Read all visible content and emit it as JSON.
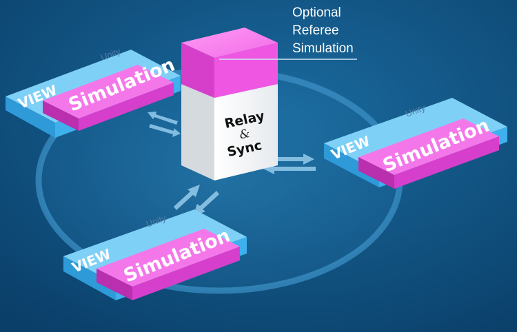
{
  "callout": {
    "lines": [
      "Optional",
      "Referee",
      "Simulation"
    ]
  },
  "relay": {
    "line1": "Relay",
    "amp": "&",
    "line2": "Sync"
  },
  "clients": [
    {
      "view": "VIEW",
      "engine": "Unity",
      "sim": "Simulation"
    },
    {
      "view": "VIEW",
      "engine": "Unity",
      "sim": "Simulation"
    },
    {
      "view": "VIEW",
      "engine": "Unity",
      "sim": "Simulation"
    }
  ],
  "colors": {
    "background": "#0c4a78",
    "platform": "#4bb8f0",
    "simulation": "#e83fd6",
    "referee": "#f06ae6",
    "relay": "#f4f6f8"
  }
}
